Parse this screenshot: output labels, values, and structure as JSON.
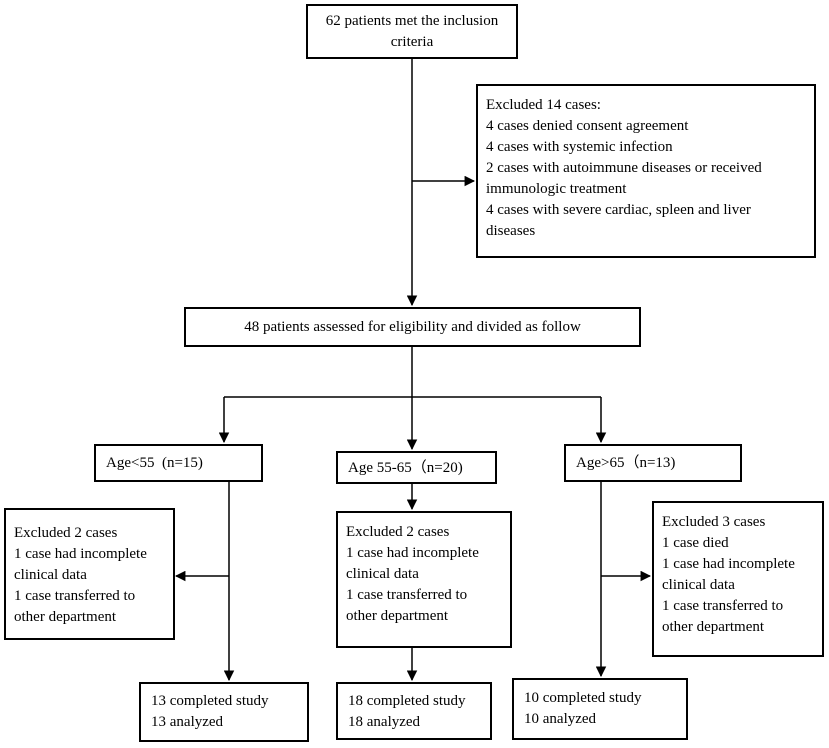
{
  "top_box": {
    "lines": [
      "62 patients met the inclusion",
      "criteria"
    ]
  },
  "exclusion_main": {
    "lines": [
      "Excluded 14 cases:",
      "4 cases denied consent agreement",
      "4 cases with systemic infection",
      "2 cases with autoimmune diseases or received",
      "immunologic treatment",
      "4 cases with severe cardiac, spleen and liver",
      "diseases"
    ]
  },
  "assessed_box": {
    "text": "48 patients assessed for eligibility and divided as follow"
  },
  "groups": [
    {
      "label": "Age<55  (n=15)",
      "excluded": [
        "Excluded 2 cases",
        "1 case had incomplete",
        "clinical data",
        "1 case transferred to",
        "other department"
      ],
      "completed": [
        "13 completed study",
        "13 analyzed"
      ]
    },
    {
      "label": "Age 55-65（n=20)",
      "excluded": [
        "Excluded 2 cases",
        "1 case had incomplete",
        "clinical data",
        "1 case transferred to",
        "other department"
      ],
      "completed": [
        "18 completed study",
        "18 analyzed"
      ]
    },
    {
      "label": "Age>65（n=13)",
      "excluded": [
        "Excluded 3 cases",
        "1 case died",
        "1 case had incomplete",
        "clinical data",
        "1 case transferred to",
        "other department"
      ],
      "completed": [
        "10 completed study",
        "10 analyzed"
      ]
    }
  ]
}
